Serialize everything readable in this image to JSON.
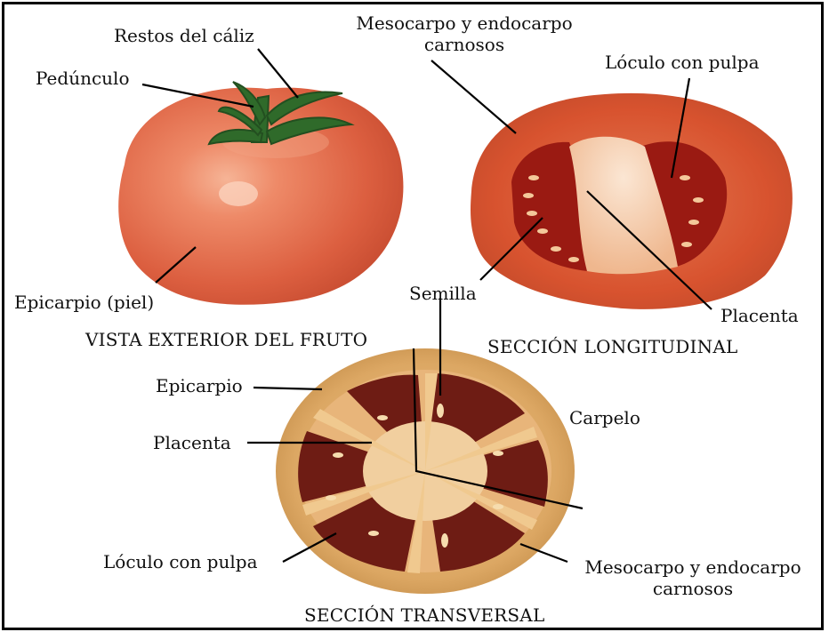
{
  "exterior": {
    "caption": "VISTA EXTERIOR DEL FRUTO",
    "labels": {
      "calyx": "Restos del cáliz",
      "peduncle": "Pedúnculo",
      "epicarp": "Epicarpio (piel)"
    }
  },
  "longitudinal": {
    "caption": "SECCIÓN LONGITUDINAL",
    "labels": {
      "mesocarp_line1": "Mesocarpo y endocarpo",
      "mesocarp_line2": "carnosos",
      "locule": "Lóculo con pulpa",
      "seed": "Semilla",
      "placenta": "Placenta"
    }
  },
  "transverse": {
    "caption": "SECCIÓN TRANSVERSAL",
    "labels": {
      "epicarp": "Epicarpio",
      "placenta": "Placenta",
      "carpel": "Carpelo",
      "locule": "Lóculo con pulpa",
      "mesocarp_line1": "Mesocarpo y endocarpo",
      "mesocarp_line2": "carnosos"
    }
  },
  "colors": {
    "frame": "#000000",
    "skin": "#e06a4a",
    "skin_highlight": "#f6b496",
    "flesh": "#d8502c",
    "locule": "#9a1a12",
    "placenta": "#f3c9a3",
    "transverse_rind": "#d6a35a",
    "transverse_locule": "#6e1c14",
    "stem": "#2f6a2a"
  }
}
